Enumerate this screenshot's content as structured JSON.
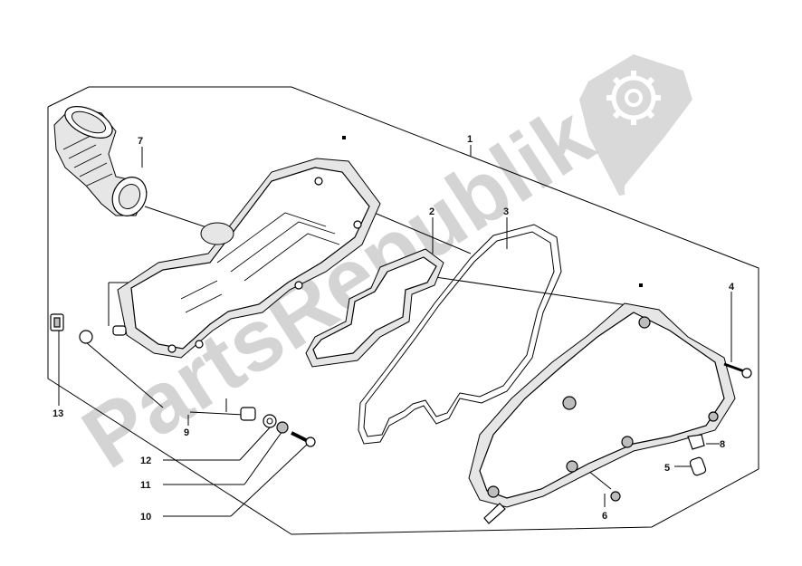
{
  "watermark": {
    "brand_text": "PartsRepublik",
    "logo_icon": "gear-icon",
    "color": "#d4d4d4"
  },
  "callouts": {
    "c1": "1",
    "c2": "2",
    "c3": "3",
    "c4": "4",
    "c5": "5",
    "c6": "6",
    "c7": "7",
    "c8": "8",
    "c9": "9",
    "c10": "10",
    "c11": "11",
    "c12": "12",
    "c13": "13"
  }
}
